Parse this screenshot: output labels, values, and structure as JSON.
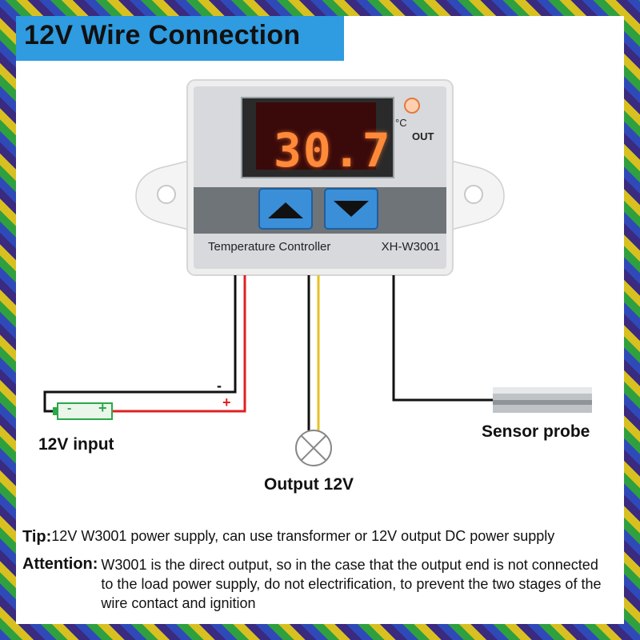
{
  "title": "12V Wire Connection",
  "device": {
    "display_value": "30.7",
    "unit": "°C",
    "out_label": "OUT",
    "name": "Temperature Controller",
    "model": "XH-W3001",
    "up_button_icon": "triangle-up-icon",
    "down_button_icon": "triangle-down-icon"
  },
  "wiring": {
    "minus_sign": "-",
    "plus_sign": "+",
    "battery_minus": "-",
    "battery_plus": "+",
    "input_label": "12V input",
    "output_label": "Output 12V",
    "sensor_label": "Sensor probe",
    "lamp_icon": "lamp-icon"
  },
  "notes": {
    "tip_label": "Tip:",
    "tip_text": "12V W3001 power supply, can use transformer or 12V output DC power supply",
    "attention_label": "Attention:",
    "attention_text": "W3001 is the direct output, so in the case that the output end is not connected to the load power supply, do not electrification, to prevent the two stages of the wire contact and ignition"
  },
  "colors": {
    "banner": "#2f9be0",
    "wire_red": "#e02020",
    "wire_yellow": "#e8c020",
    "battery_green": "#2aa84a",
    "button_blue": "#3a8fd8",
    "display_orange": "#ff8a3a"
  }
}
